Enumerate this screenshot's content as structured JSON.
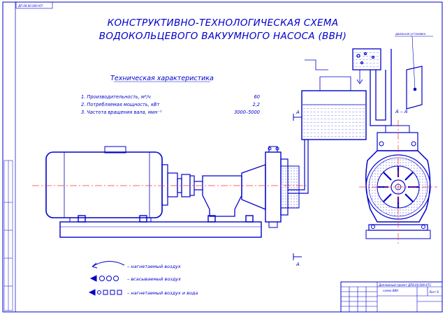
{
  "title": {
    "line1": "КОНСТРУКТИВНО-ТЕХНОЛОГИЧЕСКАЯ СХЕМА",
    "line2": "ВОДОКОЛЬЦЕВОГО ВАКУУМНОГО НАСОСА (ВВН)"
  },
  "stamp_corner": "ДП 08.00.000 КП",
  "specs": {
    "heading": "Техническая характеристика",
    "items": [
      {
        "label": "1. Производительность, м³/ч",
        "value": "60"
      },
      {
        "label": "2. Потребляемая мощность, кВт",
        "value": "2,2"
      },
      {
        "label": "3. Частота вращения вала, мин⁻¹",
        "value": "3000–5000"
      }
    ]
  },
  "section": {
    "marker": "А",
    "title": "А – А"
  },
  "callout": "доильная установка",
  "legend": [
    {
      "icon": "curved-arrow-icon",
      "text": "– нагнетаемый воздух"
    },
    {
      "icon": "bubble-arrow-icon",
      "text": "– всасываемый воздух"
    },
    {
      "icon": "square-arrow-icon",
      "text": "– нагнетаемый воздух и вода"
    }
  ],
  "title_block": {
    "doc_code": "Дипломный проект ДП8.00.000 КТС",
    "doc_name": "схема ВВН",
    "sheet": "Лист 8"
  },
  "colors": {
    "ink": "#0000cc",
    "axis": "#ff3333",
    "water_hatch": "#0000cc",
    "background": "#ffffff"
  }
}
